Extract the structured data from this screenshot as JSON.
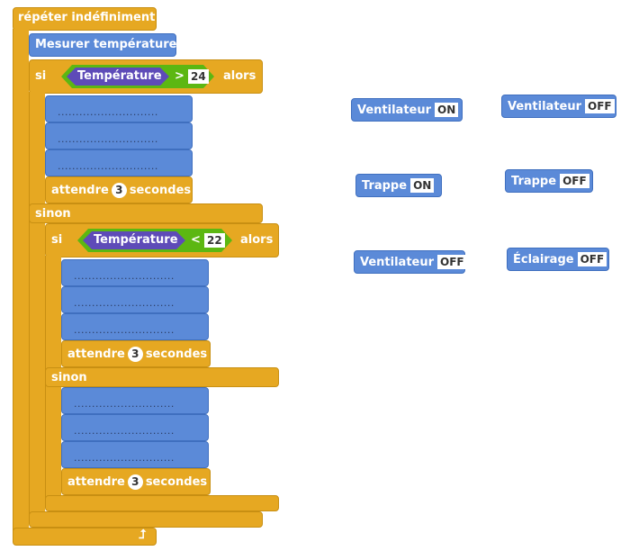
{
  "script": {
    "forever_label": "répéter indéfiniment",
    "measure_label": "Mesurer température",
    "if1": {
      "si": "si",
      "sensor": "Température",
      "operator": ">",
      "value": "24",
      "alors": "alors",
      "slots": [
        "............................",
        "............................",
        "............................"
      ],
      "wait": {
        "before": "attendre",
        "value": "3",
        "after": "secondes"
      }
    },
    "else1_label": "sinon",
    "if2": {
      "si": "si",
      "sensor": "Température",
      "operator": "<",
      "value": "22",
      "alors": "alors",
      "slots": [
        "............................",
        "............................",
        "............................"
      ],
      "wait": {
        "before": "attendre",
        "value": "3",
        "after": "secondes"
      }
    },
    "else2": {
      "label": "sinon",
      "slots": [
        "............................",
        "............................",
        "............................"
      ],
      "wait": {
        "before": "attendre",
        "value": "3",
        "after": "secondes"
      }
    },
    "loop_icon": "loop-arrow-icon"
  },
  "palette": [
    {
      "label": "Ventilateur",
      "value": "ON"
    },
    {
      "label": "Ventilateur",
      "value": "OFF"
    },
    {
      "label": "Trappe",
      "value": "ON"
    },
    {
      "label": "Trappe",
      "value": "OFF"
    },
    {
      "label": "Ventilateur",
      "value": "OFF"
    },
    {
      "label": "Éclairage",
      "value": "OFF"
    }
  ],
  "colors": {
    "control": "#e6a822",
    "motion": "#5b8ad8",
    "operator": "#5cb712",
    "sensor": "#5e4bb8"
  }
}
